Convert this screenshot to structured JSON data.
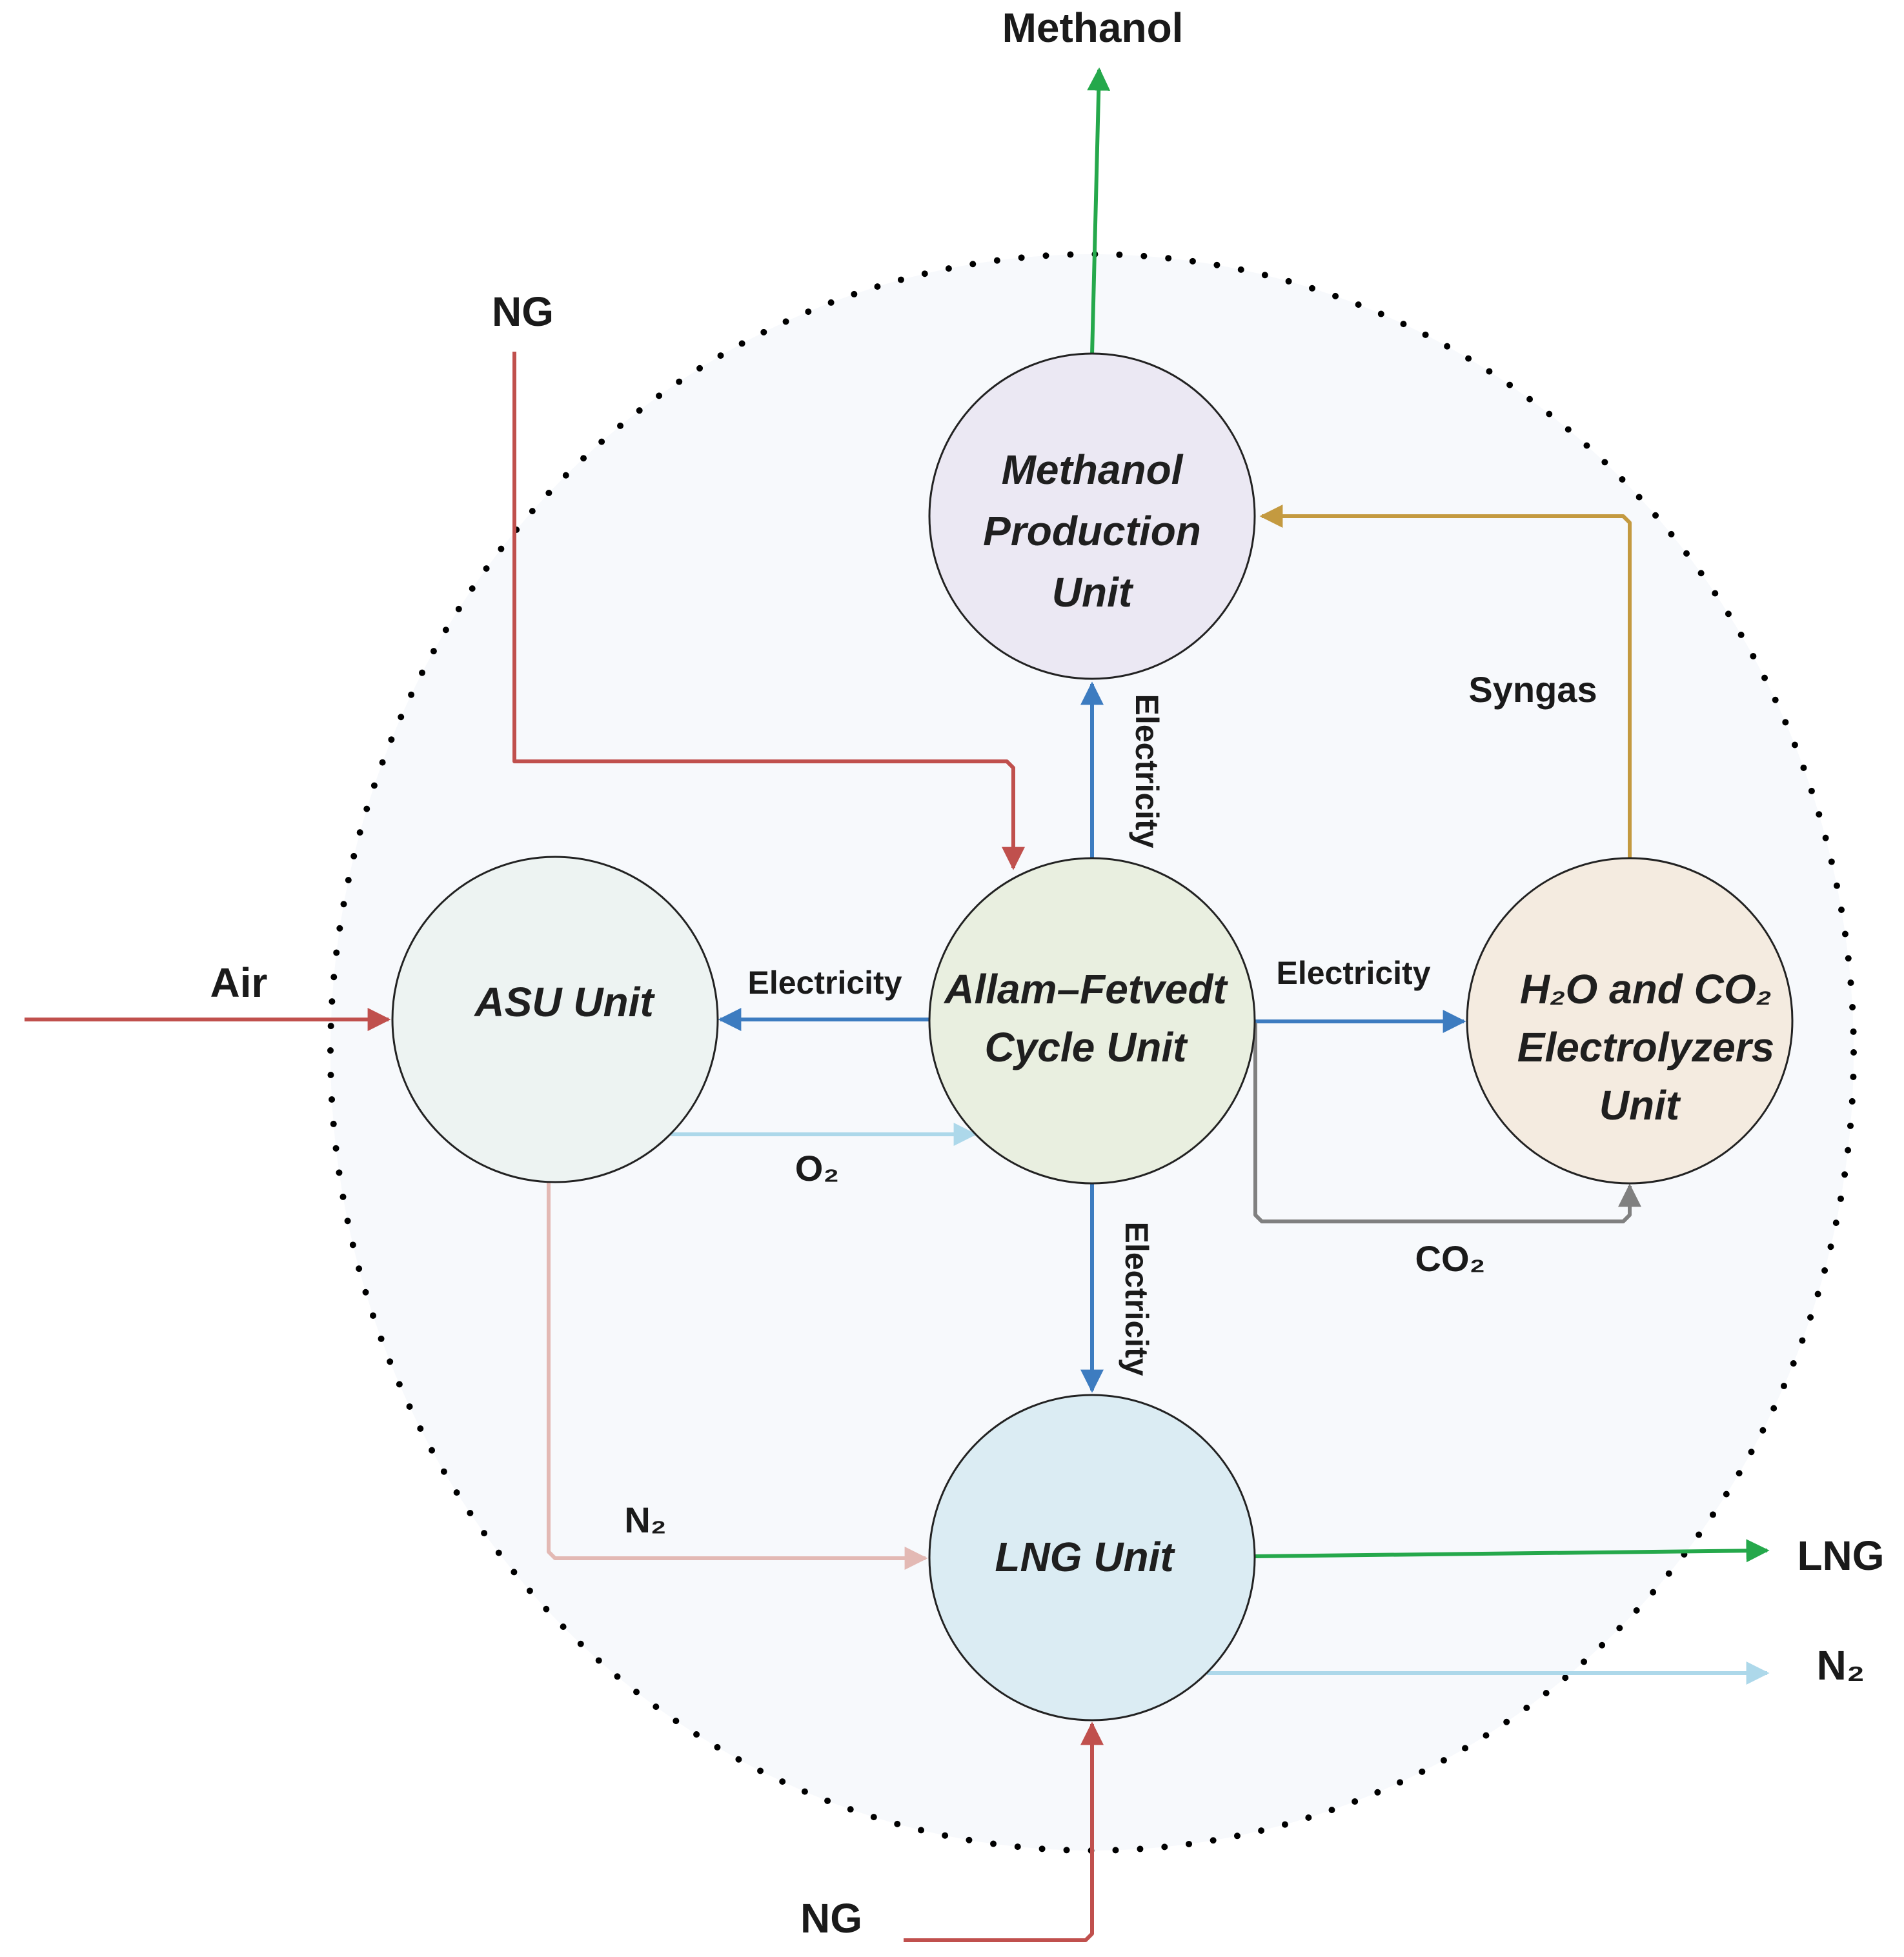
{
  "colors": {
    "natural_gas": "#c0504d",
    "electricity": "#3d7cc0",
    "methanol_lng": "#25a84b",
    "syngas": "#c49a40",
    "oxygen_nitrogen_out": "#add8ea",
    "nitrogen_asu": "#e3b9b4",
    "co2": "#808080",
    "boundary_fill": "#f7f9fc",
    "methanol_unit_fill": "#ebe8f3",
    "asu_unit_fill": "#edf3f2",
    "allam_unit_fill": "#e9efe0",
    "electrolyzer_unit_fill": "#f4ebe0",
    "lng_unit_fill": "#dbecf3"
  },
  "units": {
    "methanol": [
      "Methanol",
      "Production",
      "Unit"
    ],
    "asu": [
      "ASU Unit"
    ],
    "allam": [
      "Allam–Fetvedt",
      "Cycle Unit"
    ],
    "electrolyzers": [
      "H₂O and CO₂",
      "Electrolyzers",
      "Unit"
    ],
    "lng": [
      "LNG Unit"
    ]
  },
  "streams": {
    "methanol_out": "Methanol",
    "ng_top": "NG",
    "air_in": "Air",
    "syngas": "Syngas",
    "electricity_to_methanol": "Electricity",
    "electricity_to_asu": "Electricity",
    "electricity_to_electrolyzers": "Electricity",
    "electricity_to_lng": "Electricity",
    "o2": "O₂",
    "co2": "CO₂",
    "n2_to_lng": "N₂",
    "lng_out": "LNG",
    "n2_out": "N₂",
    "ng_bottom": "NG"
  }
}
